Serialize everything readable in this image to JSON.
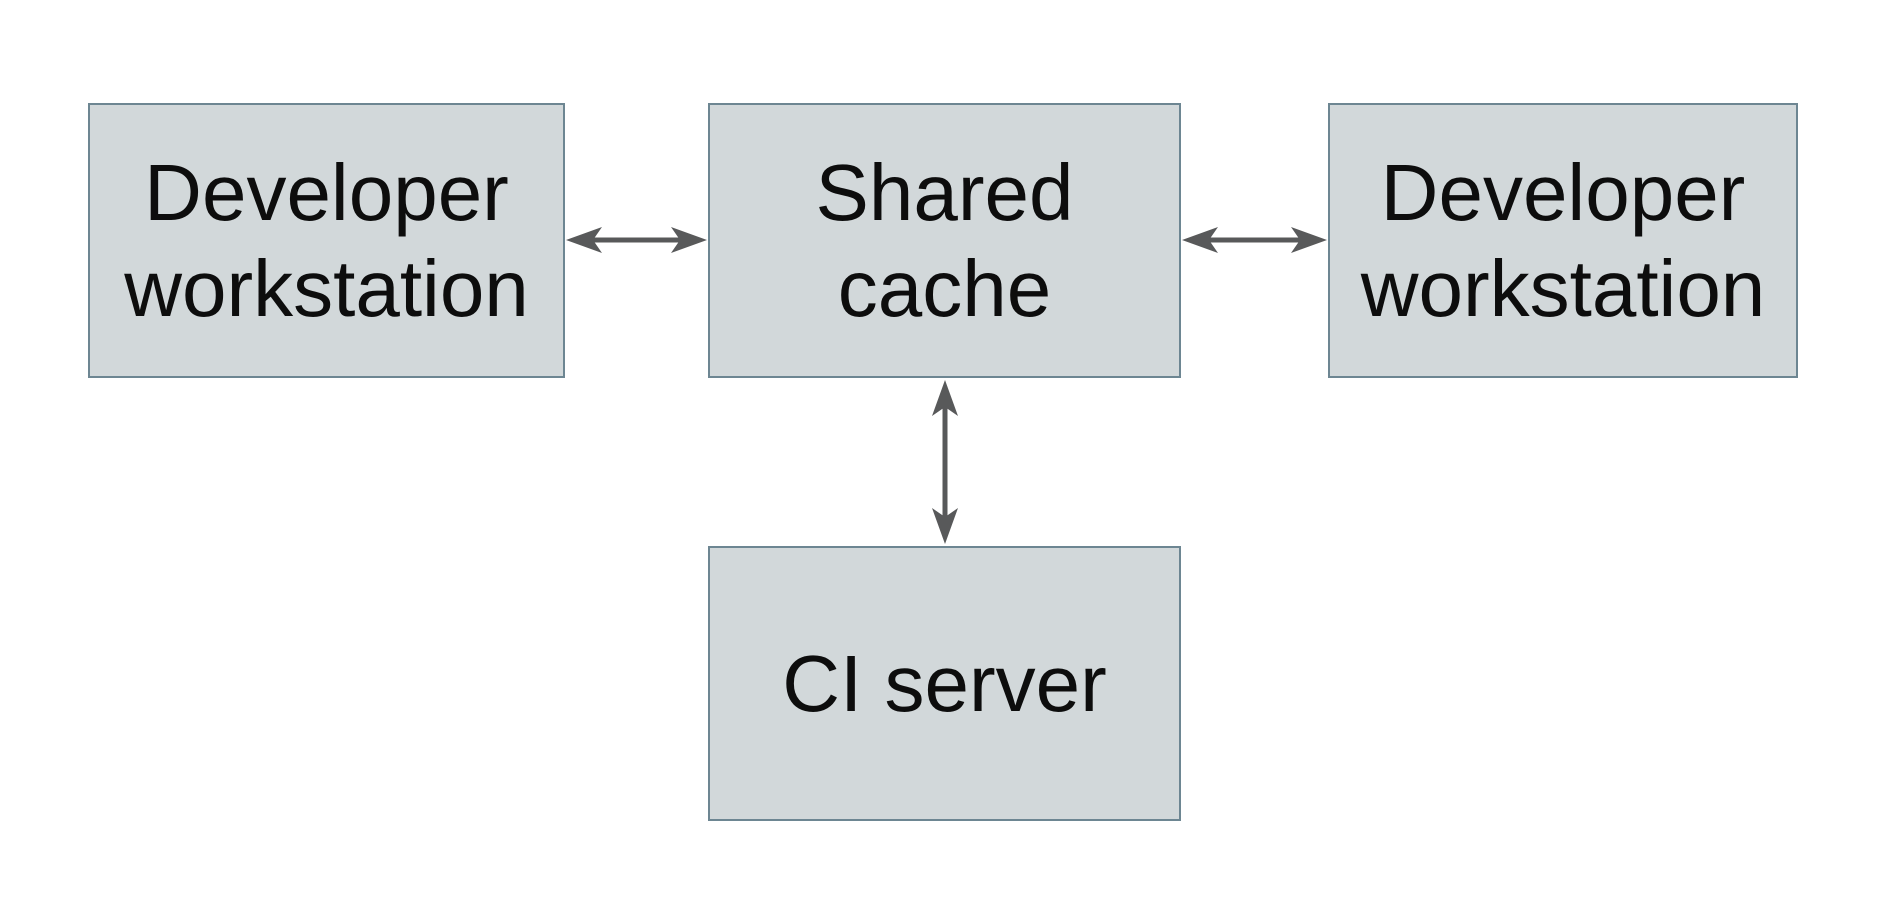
{
  "diagram": {
    "type": "architecture-diagram",
    "background_label": "",
    "nodes": [
      {
        "id": "developer-workstation-left",
        "label": "Developer workstation"
      },
      {
        "id": "shared-cache",
        "label": "Shared cache"
      },
      {
        "id": "developer-workstation-right",
        "label": "Developer workstation"
      },
      {
        "id": "ci-server",
        "label": "CI server"
      }
    ],
    "edges": [
      {
        "from": "developer-workstation-left",
        "to": "shared-cache",
        "direction": "bidirectional",
        "orientation": "horizontal"
      },
      {
        "from": "shared-cache",
        "to": "developer-workstation-right",
        "direction": "bidirectional",
        "orientation": "horizontal"
      },
      {
        "from": "shared-cache",
        "to": "ci-server",
        "direction": "bidirectional",
        "orientation": "vertical"
      }
    ]
  },
  "colors": {
    "background": "#ffffff",
    "box_fill": "#d2d8da",
    "box_border": "#6d8692",
    "arrow": "#58595a",
    "text": "#0d0d0d"
  }
}
